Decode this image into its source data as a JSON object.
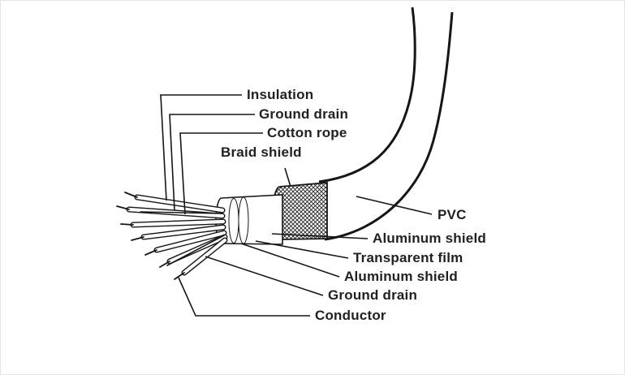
{
  "canvas": {
    "background": "#ffffff",
    "line_color": "#161616",
    "text_color": "#231f20"
  },
  "labels": {
    "insulation": "Insulation",
    "ground_drain_top": "Ground drain",
    "cotton_rope": "Cotton rope",
    "braid_shield": "Braid shield",
    "pvc": "PVC",
    "aluminum_shield_outer": "Aluminum shield",
    "transparent_film": "Transparent film",
    "aluminum_shield_inner": "Aluminum shield",
    "ground_drain_bottom": "Ground drain",
    "conductor": "Conductor"
  }
}
